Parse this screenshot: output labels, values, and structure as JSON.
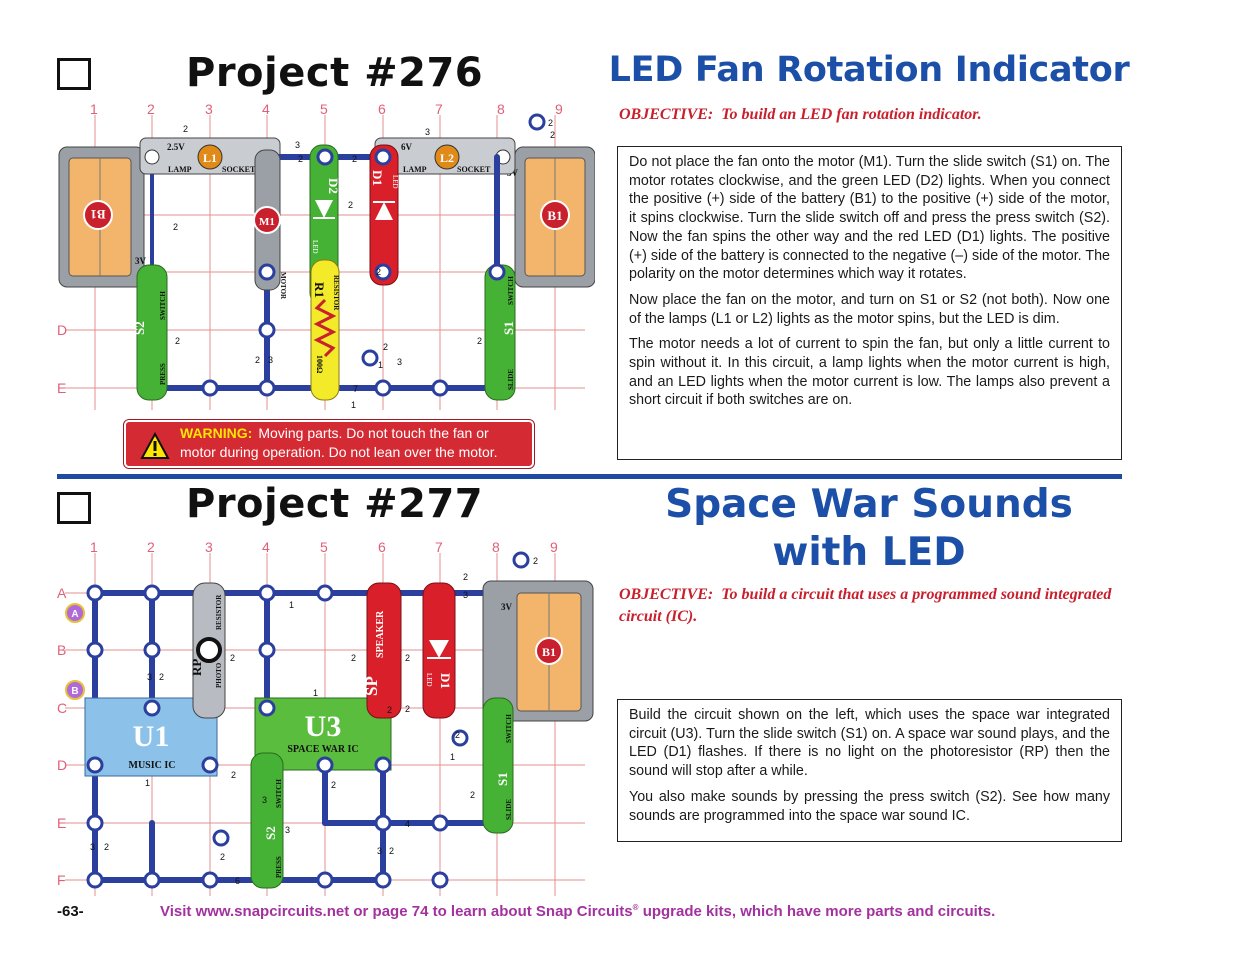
{
  "project276": {
    "title": "Project #276",
    "heading": "LED Fan Rotation Indicator",
    "objective_label": "OBJECTIVE:",
    "objective_text": "To build an LED fan rotation indicator.",
    "paragraphs": [
      "Do not place the fan onto the motor (M1). Turn the slide switch (S1) on. The motor rotates clockwise, and the green LED (D2) lights. When you connect the positive (+) side of the battery (B1) to the positive (+) side of the motor, it spins clockwise. Turn the slide switch off and press the press switch (S2). Now the fan spins the other way and the red LED (D1) lights. The positive (+) side of the battery is connected to the negative (–) side of the motor. The polarity on the motor determines which way it rotates.",
      "Now place the fan on the motor, and turn on S1 or S2 (not both). Now one of the lamps (L1 or L2) lights as the motor spins, but the LED is dim.",
      "The motor needs a lot of current to spin the fan, but only a little current to spin without it. In this circuit, a lamp lights when the motor current is high, and an LED lights when the motor current is low. The lamps also prevent a short circuit if both switches are on."
    ],
    "warning_label": "WARNING:",
    "warning_text": "Moving parts. Do not touch the fan or motor during operation. Do not lean over the motor.",
    "grid_cols": [
      "1",
      "2",
      "3",
      "4",
      "5",
      "6",
      "7",
      "8",
      "9"
    ],
    "grid_rows": [
      "D",
      "E"
    ],
    "part_labels": {
      "b1_left": "B1",
      "b1_right": "B1",
      "l1": "L1",
      "l2": "L2",
      "l1_volt": "2.5V",
      "l2_volt": "6V",
      "lamp": "LAMP",
      "socket": "SOCKET",
      "m1": "M1",
      "motor": "MOTOR",
      "d2": "D2",
      "d1": "D1",
      "led": "LED",
      "r1": "R1",
      "resistor": "RESISTOR",
      "ohm": "100Ω",
      "s2": "S2",
      "press": "PRESS",
      "switch": "SWITCH",
      "s1": "S1",
      "slide": "SLIDE",
      "volt3a": "3V",
      "volt3b": "3V"
    },
    "level_labels": [
      "2",
      "3",
      "2",
      "2",
      "3",
      "2",
      "2",
      "2",
      "3",
      "2",
      "2",
      "2",
      "3",
      "2",
      "7",
      "1",
      "1",
      "2",
      "2"
    ]
  },
  "project277": {
    "title": "Project #277",
    "heading_line1": "Space War Sounds",
    "heading_line2": "with LED",
    "objective_label": "OBJECTIVE:",
    "objective_text": "To build a circuit that uses a programmed sound integrated circuit (IC).",
    "paragraphs": [
      "Build the circuit shown on the left, which uses the space war integrated circuit (U3). Turn the slide switch (S1) on. A space war sound plays, and the LED (D1) flashes. If there is no light on the photoresistor (RP) then the sound will stop after a while.",
      "You also make sounds by pressing the press switch (S2). See how many sounds are programmed into the space war sound IC."
    ],
    "grid_cols": [
      "1",
      "2",
      "3",
      "4",
      "5",
      "6",
      "7",
      "8",
      "9"
    ],
    "grid_rows": [
      "A",
      "B",
      "C",
      "D",
      "E",
      "F"
    ],
    "marker_a": "A",
    "marker_b": "B",
    "part_labels": {
      "u1": "U1",
      "music_ic": "MUSIC IC",
      "u3": "U3",
      "space_war_ic": "SPACE WAR IC",
      "rp": "RP",
      "photo": "PHOTO",
      "resistor": "RESISTOR",
      "sp": "SP",
      "speaker": "SPEAKER",
      "d1": "D1",
      "led": "LED",
      "b1": "B1",
      "volt": "3V",
      "s1": "S1",
      "slide": "SLIDE",
      "switch": "SWITCH",
      "s2": "S2",
      "press": "PRESS"
    },
    "level_labels": [
      "2",
      "3",
      "1",
      "2",
      "2",
      "3",
      "2",
      "1",
      "2",
      "2",
      "2",
      "3",
      "2",
      "3",
      "2",
      "1",
      "2",
      "2",
      "3",
      "4",
      "3",
      "2",
      "2",
      "6",
      "1",
      "2",
      "2"
    ]
  },
  "footer": {
    "page_number": "-63-",
    "message_pre": "Visit www.snapcircuits.net or page 74 to learn about Snap Circuits",
    "reg": "®",
    "message_post": " upgrade kits, which have more parts and circuits."
  },
  "colors": {
    "title_blue": "#1b4fa8",
    "objective_red": "#c8202d",
    "footer_purple": "#a3319f",
    "wire_blue": "#2a3f9e",
    "grid_red": "#e58f8f",
    "battery_orange": "#f2b56b",
    "switch_green": "#45b236",
    "led_red": "#d9202a",
    "resistor_yellow": "#f3ea2a",
    "ic_blue": "#8cc2ea",
    "ic_green": "#5bbd3e"
  }
}
